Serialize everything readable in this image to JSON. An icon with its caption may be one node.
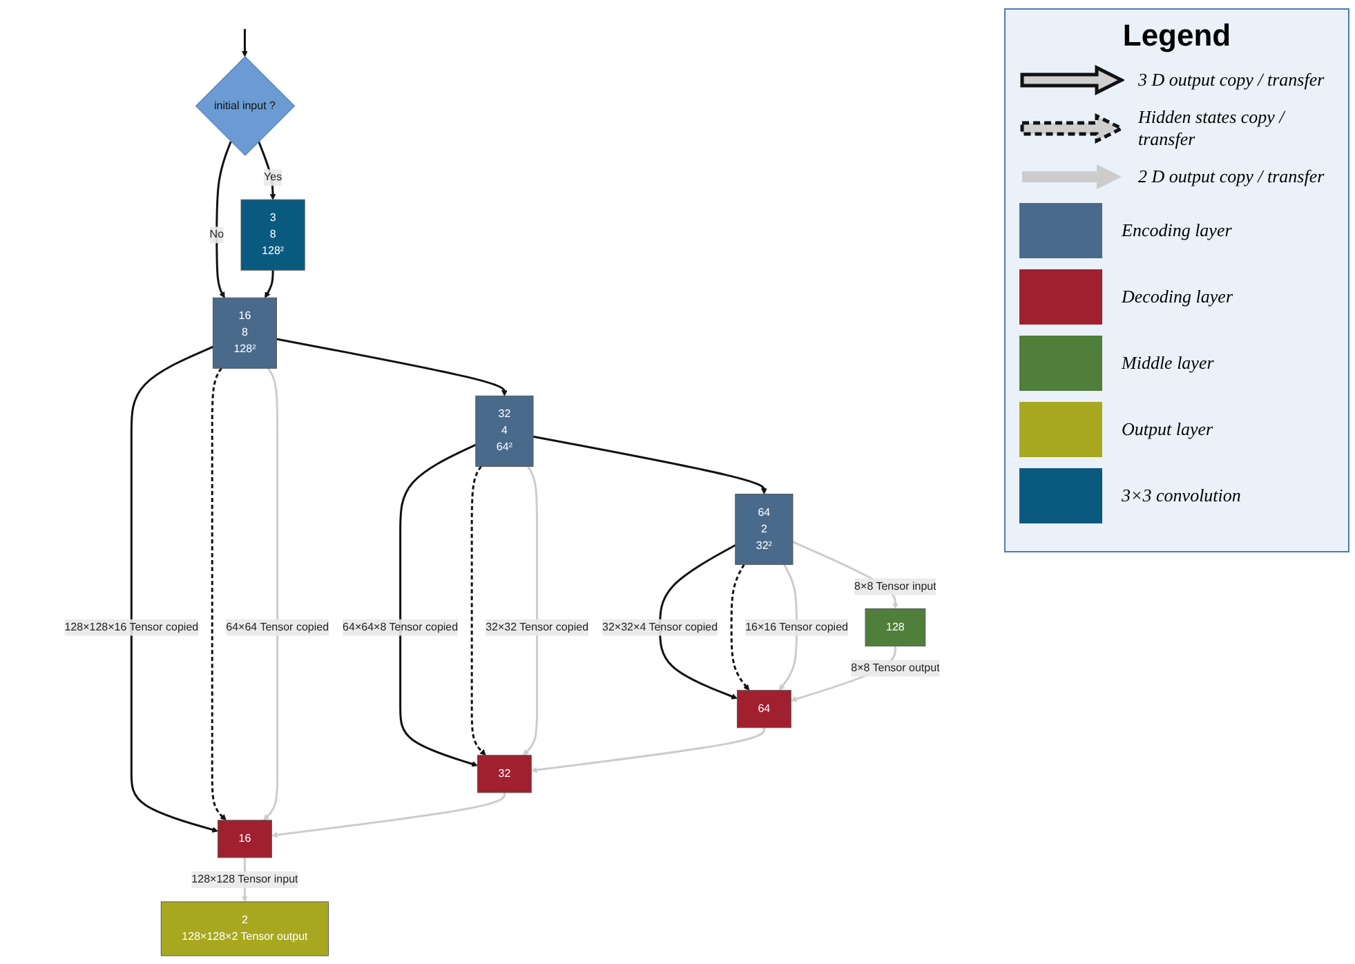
{
  "diagram": {
    "nodes": [
      {
        "text": [
          "initial input ?"
        ]
      },
      {
        "text": [
          "3",
          "8",
          "128²"
        ]
      },
      {
        "text": [
          "16",
          "8",
          "128²"
        ]
      },
      {
        "text": [
          "16"
        ]
      },
      {
        "text": [
          "2",
          "128×128×2 Tensor output"
        ]
      },
      {
        "text": [
          "32",
          "4",
          "64²"
        ]
      },
      {
        "text": [
          "32"
        ]
      },
      {
        "text": [
          "64",
          "2",
          "32²"
        ]
      },
      {
        "text": [
          "64"
        ]
      },
      {
        "text": [
          "128"
        ]
      }
    ],
    "edges": [
      {
        "from": null,
        "to": 0,
        "arrow": "to"
      },
      {
        "from": 0,
        "to": 1,
        "arrow": "to",
        "label": "Yes"
      },
      {
        "from": 0,
        "to": 2,
        "arrow": "to",
        "label": "No"
      },
      {
        "from": 1,
        "to": 2,
        "arrow": "to"
      },
      {
        "from": 2,
        "to": 3,
        "arrow": "to",
        "label": "128×128×16 Tensor copied"
      },
      {
        "from": 2,
        "to": 3,
        "arrow": "to",
        "style": "dashed"
      },
      {
        "from": 2,
        "to": 3,
        "arrow": "to",
        "label": "64×64 Tensor copied",
        "color": "#cccccc"
      },
      {
        "from": 3,
        "to": 4,
        "arrow": "to",
        "label": "128×128 Tensor input",
        "color": "#cccccc"
      },
      {
        "from": 2,
        "to": 5,
        "arrow": "to"
      },
      {
        "from": 5,
        "to": 6,
        "arrow": "to",
        "label": "64×64×8 Tensor copied"
      },
      {
        "from": 5,
        "to": 6,
        "arrow": "to",
        "style": "dashed"
      },
      {
        "from": 5,
        "to": 6,
        "arrow": "to",
        "label": "32×32 Tensor copied",
        "color": "#cccccc"
      },
      {
        "from": 6,
        "to": 3,
        "arrow": "to",
        "color": "#cccccc"
      },
      {
        "from": 5,
        "to": 7,
        "arrow": "to"
      },
      {
        "from": 7,
        "to": 8,
        "arrow": "to",
        "label": "32×32×4 Tensor copied"
      },
      {
        "from": 7,
        "to": 8,
        "arrow": "to",
        "style": "dashed"
      },
      {
        "from": 7,
        "to": 8,
        "arrow": "to",
        "label": "16×16 Tensor copied",
        "color": "#cccccc"
      },
      {
        "from": 8,
        "to": 6,
        "arrow": "to",
        "color": "#cccccc"
      },
      {
        "from": 7,
        "to": 9,
        "arrow": "to",
        "label": "8×8 Tensor input",
        "color": "#cccccc"
      },
      {
        "from": 9,
        "to": 8,
        "arrow": "to",
        "label": "8×8 Tensor output",
        "color": "#cccccc"
      }
    ],
    "labels": [
      "Legend"
    ],
    "legend": [
      {
        "text": "3 D output copy / transfer"
      },
      {
        "text": "Hidden states copy / transfer"
      },
      {
        "text": "2 D output copy / transfer"
      },
      {
        "text": "Encoding layer",
        "color": "#4a6a8c"
      },
      {
        "text": "Decoding layer",
        "color": "#a02030"
      },
      {
        "text": "Middle layer",
        "color": "#4f7f3a"
      },
      {
        "text": "Output layer",
        "color": "#a8a820"
      },
      {
        "text": "3×3 convolution",
        "color": "#0a5a80"
      }
    ]
  }
}
